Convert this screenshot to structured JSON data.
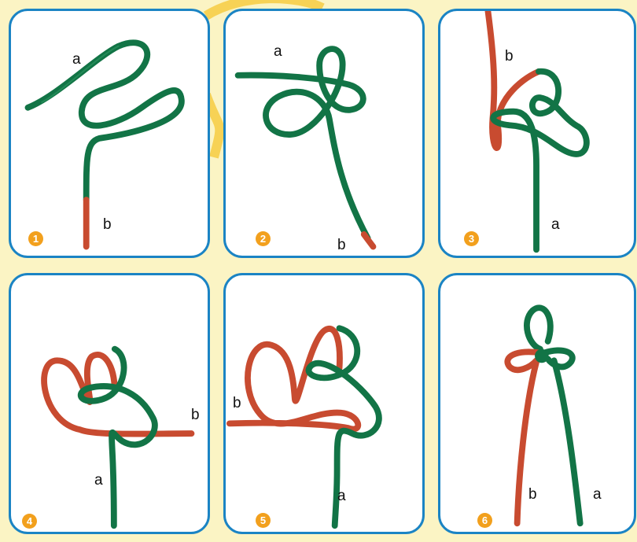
{
  "panels": [
    {
      "step": "1",
      "labels": [
        "a",
        "b"
      ]
    },
    {
      "step": "2",
      "labels": [
        "a",
        "b"
      ]
    },
    {
      "step": "3",
      "labels": [
        "b",
        "a"
      ]
    },
    {
      "step": "4",
      "labels": [
        "b",
        "a"
      ]
    },
    {
      "step": "5",
      "labels": [
        "b",
        "a"
      ]
    },
    {
      "step": "6",
      "labels": [
        "b",
        "a"
      ]
    }
  ],
  "colors": {
    "strand_a": "#127446",
    "strand_b": "#c84b30",
    "frame": "#1b84c4",
    "badge": "#f2a01d",
    "background": "#fbf4c4"
  }
}
